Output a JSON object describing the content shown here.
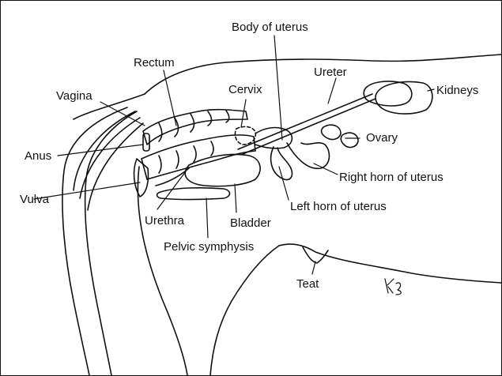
{
  "diagram": {
    "labels": {
      "body_of_uterus": "Body of uterus",
      "rectum": "Rectum",
      "ureter": "Ureter",
      "kidneys": "Kidneys",
      "cervix": "Cervix",
      "vagina": "Vagina",
      "ovary": "Ovary",
      "anus": "Anus",
      "right_horn": "Right horn of uterus",
      "vulva": "Vulva",
      "left_horn": "Left horn of uterus",
      "urethra": "Urethra",
      "bladder": "Bladder",
      "pelvic_symphysis": "Pelvic symphysis",
      "teat": "Teat"
    },
    "signature": "KB",
    "colors": {
      "ink": "#111111",
      "background": "#ffffff"
    }
  }
}
